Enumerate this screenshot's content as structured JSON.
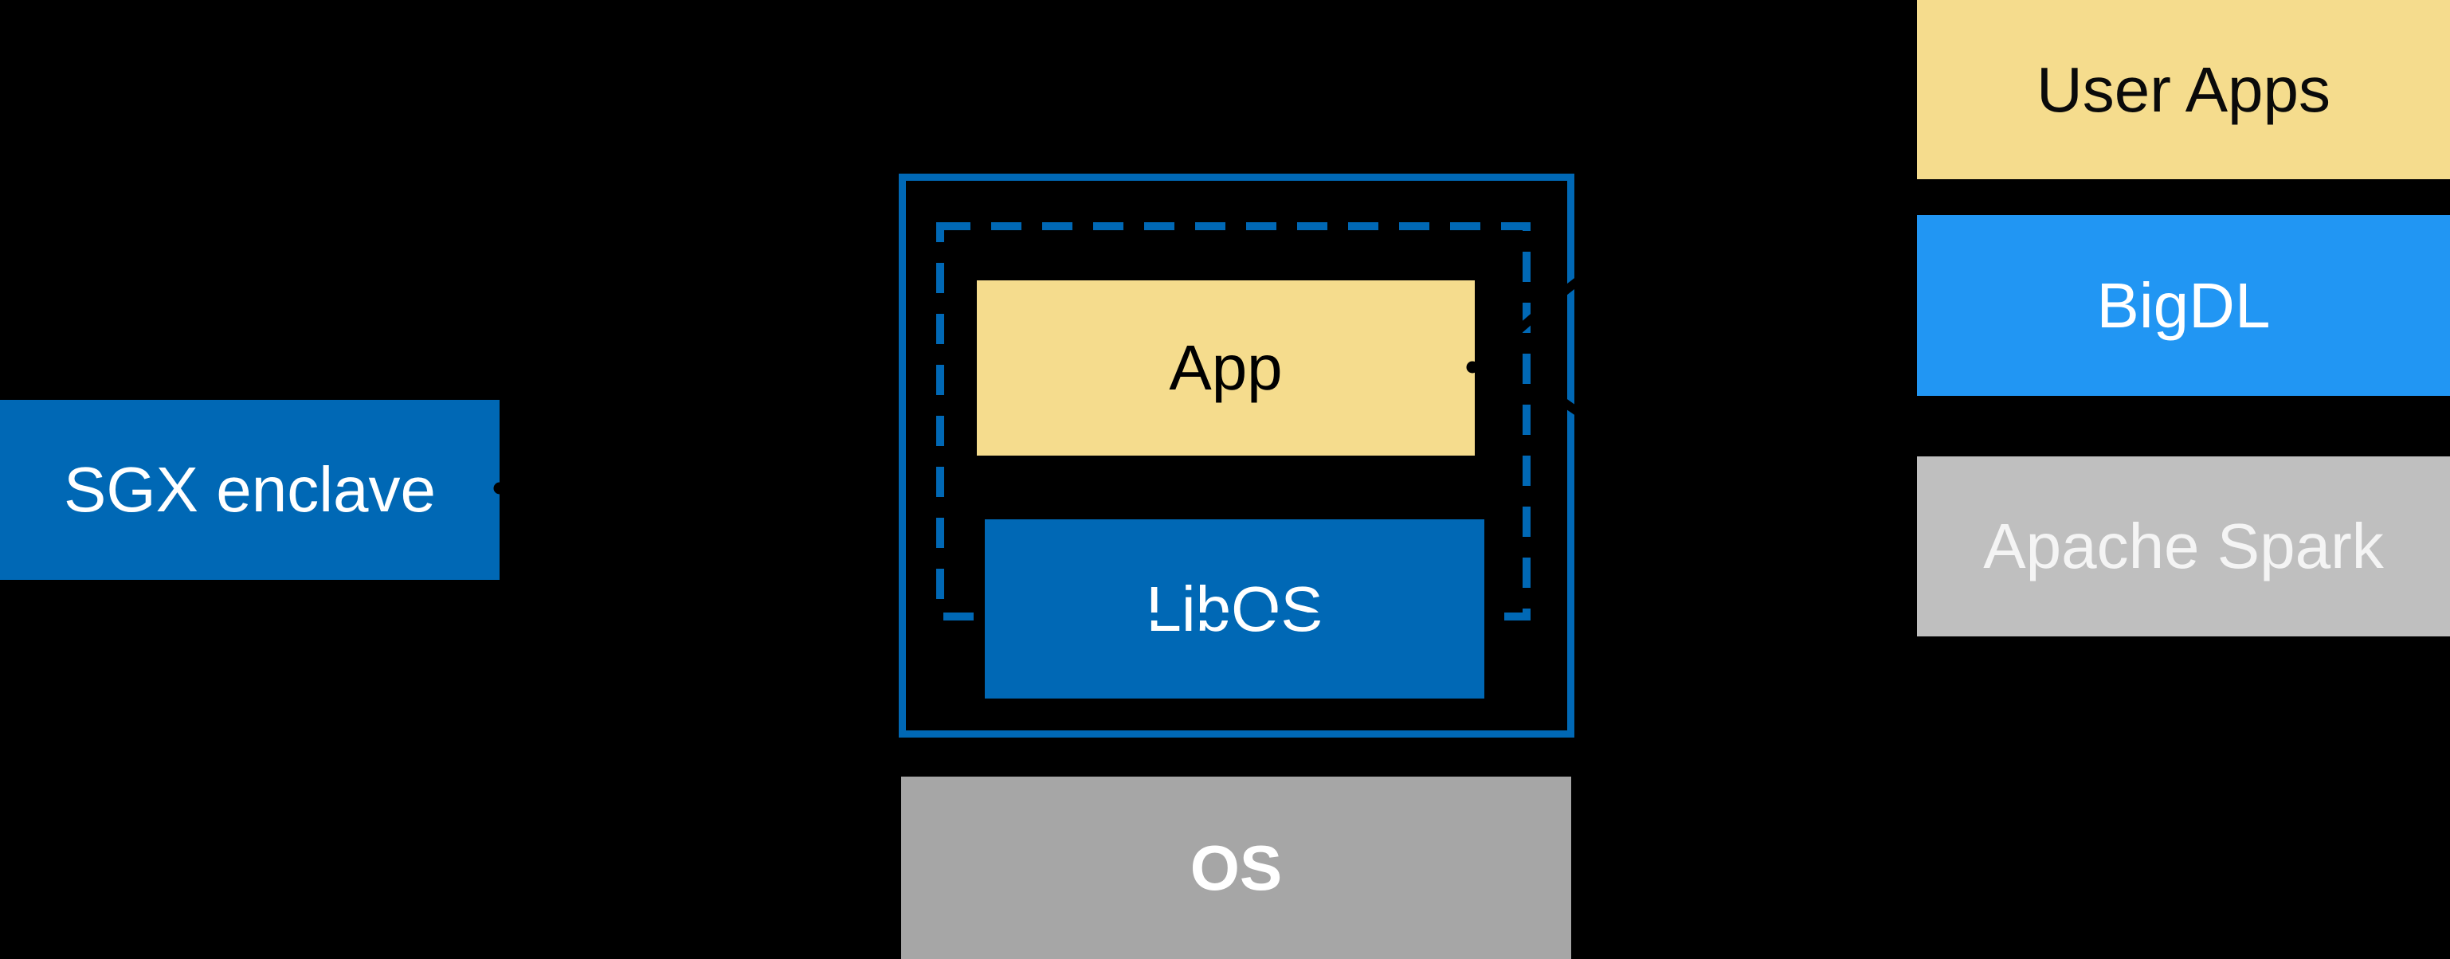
{
  "diagram": {
    "background_color": "#000000",
    "palette": {
      "intel_blue": "#0068B5",
      "bright_blue": "#2196F3",
      "sand_yellow": "#F5DC8D",
      "os_gray": "#A6A6A6",
      "spark_gray": "#BFBFBF",
      "spark_text": "#F4F4F4",
      "arrow_black": "#000000",
      "text_light": "#FFFFFF",
      "text_dark": "#000000"
    },
    "sgx": {
      "label": "SGX enclave"
    },
    "host_machine": {
      "app": {
        "label": "App"
      },
      "libos": {
        "label": "LibOS"
      },
      "os": {
        "label": "OS"
      }
    },
    "software_stack": {
      "items": [
        {
          "label": "User Apps"
        },
        {
          "label": "BigDL"
        },
        {
          "label": "Apache Spark"
        }
      ]
    },
    "annotations": {
      "enclave_boundary": "dashed SGX enclave boundary inside host box",
      "arrow_to_app": "black connector from stack toward App box",
      "arrow_to_enclave": "black connector from stack toward enclave boundary",
      "arrow_to_sgx_label": "black connector pointing at SGX enclave label box"
    }
  }
}
